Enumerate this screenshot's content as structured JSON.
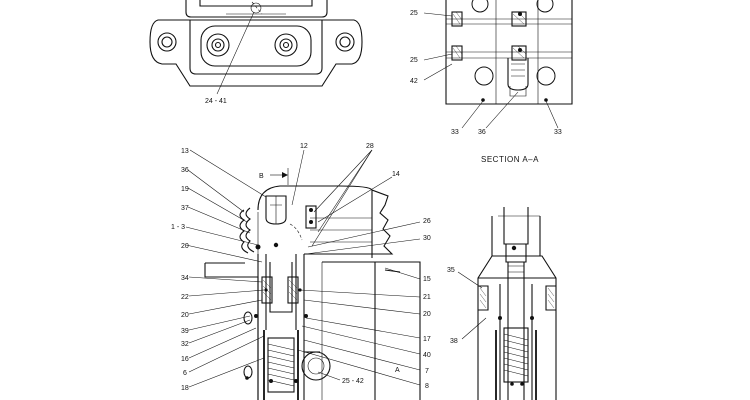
{
  "section_caption": "SECTION  A–A",
  "view_marker": "B",
  "cut_marker": "A",
  "callouts": {
    "c24_41": "24 - 41",
    "c25_top": "25",
    "c25_mid": "25",
    "c42_top": "42",
    "c33_left": "33",
    "c36": "36",
    "c33_right": "33",
    "c13": "13",
    "c12": "12",
    "c28": "28",
    "c36b": "36",
    "c14": "14",
    "c19": "19",
    "c37": "37",
    "c1_3": "1 - 3",
    "c26": "26",
    "c30": "30",
    "c20a": "20",
    "c15": "15",
    "c34": "34",
    "c22": "22",
    "c21": "21",
    "c20b": "20",
    "c20c": "20",
    "c39": "39",
    "c17": "17",
    "c32": "32",
    "c16": "16",
    "c40": "40",
    "c6": "6",
    "c7": "7",
    "c25_42": "25 - 42",
    "c18": "18",
    "c8": "8",
    "c35": "35",
    "c38": "38"
  }
}
